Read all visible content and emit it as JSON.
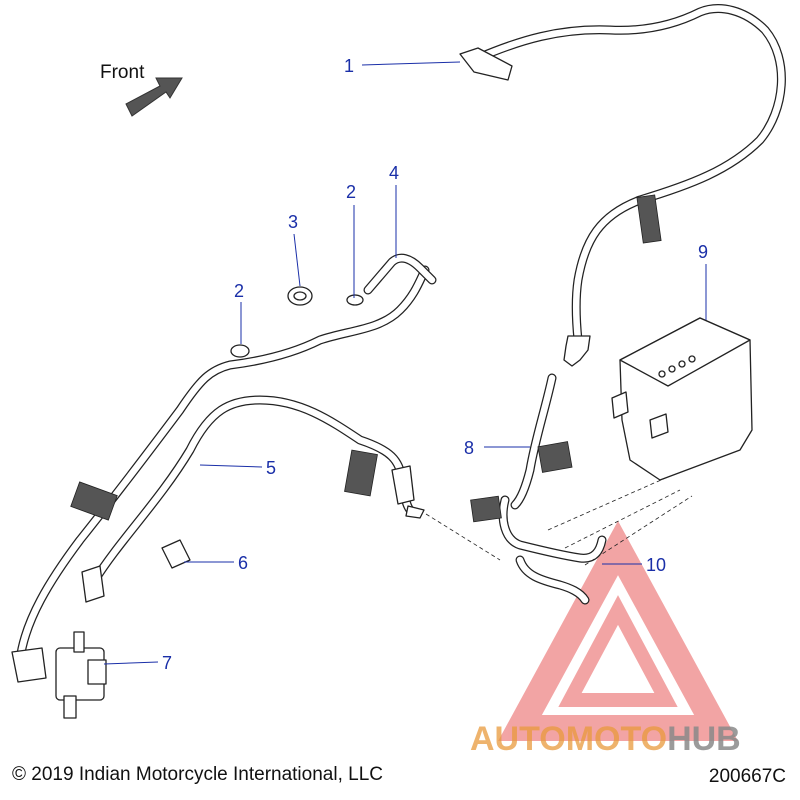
{
  "direction_label": "Front",
  "callouts": [
    {
      "id": "1",
      "label": "1"
    },
    {
      "id": "2a",
      "label": "2"
    },
    {
      "id": "2b",
      "label": "2"
    },
    {
      "id": "3",
      "label": "3"
    },
    {
      "id": "4",
      "label": "4"
    },
    {
      "id": "5",
      "label": "5"
    },
    {
      "id": "6",
      "label": "6"
    },
    {
      "id": "7",
      "label": "7"
    },
    {
      "id": "8",
      "label": "8"
    },
    {
      "id": "9",
      "label": "9"
    },
    {
      "id": "10",
      "label": "10"
    }
  ],
  "canister_text": "",
  "watermark": {
    "text_part1": "AUTOMOTO",
    "text_part2": "HUB",
    "color_primary": "#e89a3c",
    "color_secondary": "#8a8a8a",
    "logo_color": "#e85b5b"
  },
  "footer": {
    "copyright": "© 2019 Indian Motorcycle International, LLC",
    "figure_code": "200667C"
  },
  "colors": {
    "callout": "#1a2fa8",
    "line_art": "#222222"
  }
}
